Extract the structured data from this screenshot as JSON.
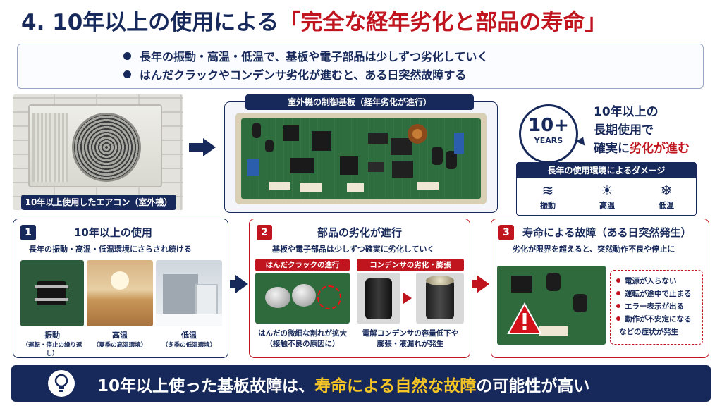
{
  "title": {
    "prefix": "4. 10年以上の使用による",
    "highlight": "「完全な経年劣化と部品の寿命」"
  },
  "summary": {
    "bullets": [
      "長年の振動・高温・低温で、基板や電子部品は少しずつ劣化していく",
      "はんだクラックやコンデンサ劣化が進むと、ある日突然故障する"
    ]
  },
  "outdoor_unit": {
    "label": "10年以上使用したエアコン（室外機）"
  },
  "board": {
    "label": "室外機の制御基板（経年劣化が進行）"
  },
  "years": {
    "number": "10+",
    "unit": "YEARS",
    "line1": "10年以上の",
    "line2": "長期使用で",
    "line3_prefix": "確実に",
    "line3_highlight": "劣化が進む"
  },
  "damage": {
    "heading": "長年の使用環境によるダメージ",
    "items": [
      {
        "icon": "vibration-icon",
        "glyph": "≋",
        "label": "振動"
      },
      {
        "icon": "sun-icon",
        "glyph": "☀",
        "label": "高温"
      },
      {
        "icon": "snowflake-icon",
        "glyph": "❄",
        "label": "低温"
      }
    ]
  },
  "steps": [
    {
      "number": "1",
      "title": "10年以上の使用",
      "subtitle": "長年の振動・高温・低温環境にさらされ続ける",
      "photos": [
        {
          "label": "振動",
          "sub": "（運転・停止の繰り返し）"
        },
        {
          "label": "高温",
          "sub": "（夏季の高温環境）"
        },
        {
          "label": "低温",
          "sub": "（冬季の低温環境）"
        }
      ]
    },
    {
      "number": "2",
      "title": "部品の劣化が進行",
      "subtitle": "基板や電子部品は少しずつ確実に劣化していく",
      "tags": [
        "はんだクラックの進行",
        "コンデンサの劣化・膨張"
      ],
      "captions": [
        {
          "line1": "はんだの微細な割れが拡大",
          "line2": "（接触不良の原因に）"
        },
        {
          "line1": "電解コンデンサの容量低下や",
          "line2": "膨張・液漏れが発生"
        }
      ]
    },
    {
      "number": "3",
      "title": "寿命による故障（ある日突然発生）",
      "subtitle": "劣化が限界を超えると、突然動作不良や停止に",
      "symptoms": [
        "電源が入らない",
        "運転が途中で止まる",
        "エラー表示が出る",
        "動作が不安定になる"
      ],
      "symptoms_footer": "などの症状が発生"
    }
  ],
  "banner": {
    "prefix": "10年以上使った基板故障は、",
    "highlight": "寿命による自然な故障",
    "suffix": "の可能性が高い"
  },
  "colors": {
    "navy": "#17295a",
    "red": "#c0141e",
    "yellow": "#f5c526"
  }
}
